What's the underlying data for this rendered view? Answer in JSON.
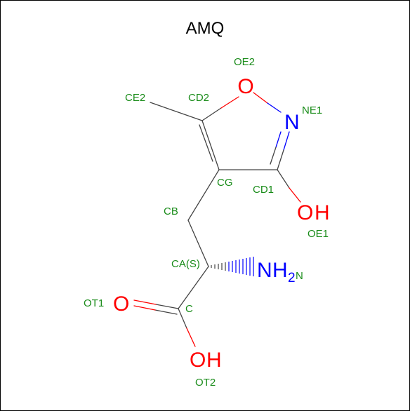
{
  "title": "AMQ",
  "colors": {
    "bond": "#444444",
    "label": "#1a8c1a",
    "oxygen": "#ff0000",
    "nitrogen": "#0000ff"
  },
  "atom_labels": {
    "OE2": "OE2",
    "CE2": "CE2",
    "CD2": "CD2",
    "NE1": "NE1",
    "CG": "CG",
    "CD1": "CD1",
    "CB": "CB",
    "OE1": "OE1",
    "CA": "CA(S)",
    "N": "N",
    "OT1": "OT1",
    "C": "C",
    "OT2": "OT2"
  },
  "elements": {
    "ring_oxygen": "O",
    "ring_nitrogen": "N",
    "hydroxyl_O": "O",
    "hydroxyl_H": "H",
    "amine_N": "N",
    "amine_H": "H",
    "amine_sub": "2",
    "carbonyl_O": "O",
    "acid_O": "O",
    "acid_H": "H"
  }
}
